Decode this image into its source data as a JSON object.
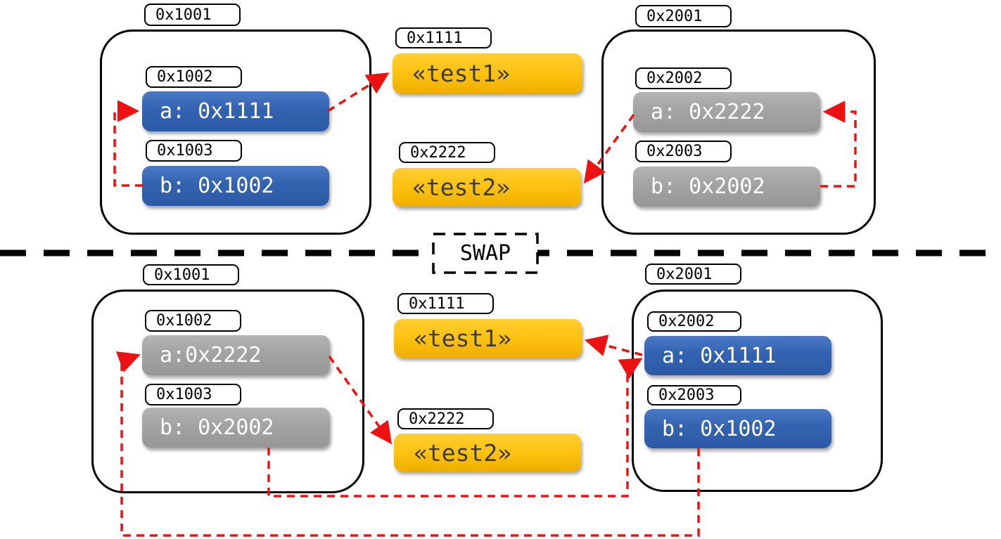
{
  "colors": {
    "arrow_red": "#ee1111",
    "pointer_blue": "#3363b0",
    "plain_gray": "#a3a3a3",
    "string_yellow": "#fdc00e",
    "divider_black": "#000000"
  },
  "divider": {
    "label": "SWAP"
  },
  "top": {
    "left_frame": {
      "address": "0x1001",
      "slots": [
        {
          "address": "0x1002",
          "value": "a: 0x1111"
        },
        {
          "address": "0x1003",
          "value": "b: 0x1002"
        }
      ]
    },
    "right_frame": {
      "address": "0x2001",
      "slots": [
        {
          "address": "0x2002",
          "value": "a: 0x2222"
        },
        {
          "address": "0x2003",
          "value": "b: 0x2002"
        }
      ]
    },
    "strings": [
      {
        "address": "0x1111",
        "value": "«test1»"
      },
      {
        "address": "0x2222",
        "value": "«test2»"
      }
    ]
  },
  "bottom": {
    "left_frame": {
      "address": "0x1001",
      "slots": [
        {
          "address": "0x1002",
          "value": "a:0x2222"
        },
        {
          "address": "0x1003",
          "value": "b: 0x2002"
        }
      ]
    },
    "right_frame": {
      "address": "0x2001",
      "slots": [
        {
          "address": "0x2002",
          "value": "a: 0x1111"
        },
        {
          "address": "0x2003",
          "value": "b: 0x1002"
        }
      ]
    },
    "strings": [
      {
        "address": "0x1111",
        "value": "«test1»"
      },
      {
        "address": "0x2222",
        "value": "«test2»"
      }
    ]
  }
}
